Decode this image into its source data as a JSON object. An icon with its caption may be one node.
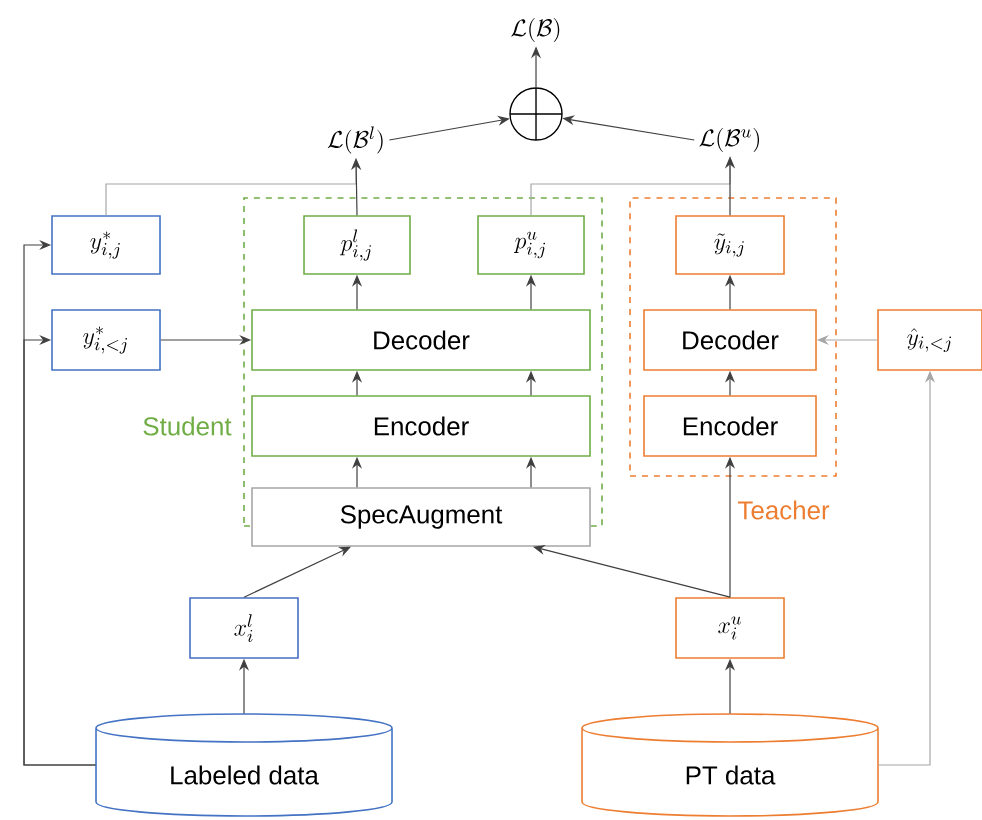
{
  "diagram": {
    "nodes": [
      {
        "text": [
          "\\mathcal{L}(\\mathcal{B})"
        ]
      },
      {
        "text": [],
        "shape": "circle"
      },
      {
        "text": [
          "\\mathcal{L}(\\mathcal{B}^l)"
        ]
      },
      {
        "text": [
          "\\mathcal{L}(\\mathcal{B}^u)"
        ]
      },
      {
        "text": [
          "Student"
        ]
      },
      {
        "text": [
          "p^l_{i,j}"
        ],
        "in": 4
      },
      {
        "text": [
          "p^u_{i,j}"
        ],
        "in": 4
      },
      {
        "text": [
          "Decoder"
        ],
        "in": 4
      },
      {
        "text": [
          "Encoder"
        ],
        "in": 4
      },
      {
        "text": [
          "Teacher"
        ]
      },
      {
        "text": [
          "\\tilde{y}_{i,j}"
        ],
        "in": 9
      },
      {
        "text": [
          "Decoder"
        ],
        "in": 9
      },
      {
        "text": [
          "Encoder"
        ],
        "in": 9
      },
      {
        "text": [
          "y^*_{i,j}"
        ]
      },
      {
        "text": [
          "y^*_{i,<j}"
        ]
      },
      {
        "text": [
          "\\hat{y}_{i,<j}"
        ]
      },
      {
        "text": [
          "SpecAugment"
        ]
      },
      {
        "text": [
          "x^l_i"
        ]
      },
      {
        "text": [
          "x^u_i"
        ]
      },
      {
        "text": [
          "Labeled data"
        ]
      },
      {
        "text": [
          "PT data"
        ]
      }
    ],
    "edges": [
      {
        "from": 1,
        "to": 0,
        "arrow": "to"
      },
      {
        "from": 2,
        "to": 1,
        "arrow": "to"
      },
      {
        "from": 3,
        "to": 1,
        "arrow": "to"
      },
      {
        "from": 13,
        "to": 2,
        "arrow": "to",
        "color": "#a6a6a6"
      },
      {
        "from": 5,
        "to": 2,
        "arrow": "to"
      },
      {
        "from": 6,
        "to": 3,
        "arrow": "to",
        "color": "#a6a6a6"
      },
      {
        "from": 10,
        "to": 3,
        "arrow": "to"
      },
      {
        "from": 7,
        "to": 5,
        "arrow": "to"
      },
      {
        "from": 7,
        "to": 6,
        "arrow": "to"
      },
      {
        "from": 8,
        "to": 7,
        "arrow": "to"
      },
      {
        "from": 8,
        "to": 7,
        "arrow": "to"
      },
      {
        "from": 16,
        "to": 8,
        "arrow": "to"
      },
      {
        "from": 16,
        "to": 8,
        "arrow": "to"
      },
      {
        "from": 17,
        "to": 16,
        "arrow": "to"
      },
      {
        "from": 18,
        "to": 16,
        "arrow": "to"
      },
      {
        "from": 18,
        "to": 12,
        "arrow": "to"
      },
      {
        "from": 12,
        "to": 11,
        "arrow": "to"
      },
      {
        "from": 11,
        "to": 10,
        "arrow": "to"
      },
      {
        "from": 14,
        "to": 7,
        "arrow": "to"
      },
      {
        "from": 15,
        "to": 11,
        "arrow": "to",
        "color": "#a6a6a6"
      },
      {
        "from": 19,
        "to": 13,
        "arrow": "to"
      },
      {
        "from": 19,
        "to": 14,
        "arrow": "to"
      },
      {
        "from": 20,
        "to": 15,
        "arrow": "to",
        "color": "#a6a6a6"
      },
      {
        "from": 19,
        "to": 17,
        "arrow": "to"
      },
      {
        "from": 20,
        "to": 18,
        "arrow": "to"
      }
    ]
  }
}
